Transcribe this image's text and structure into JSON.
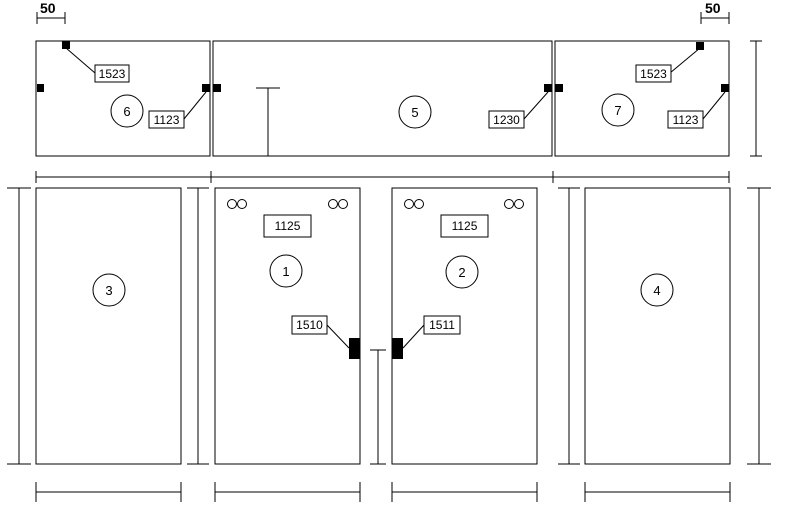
{
  "dimensions": {
    "left_offset": "50",
    "right_offset": "50"
  },
  "panels": {
    "p1": "1",
    "p2": "2",
    "p3": "3",
    "p4": "4",
    "p5": "5",
    "p6": "6",
    "p7": "7"
  },
  "codes": {
    "p6_top": "1523",
    "p6_right": "1123",
    "p5_right": "1230",
    "p7_top": "1523",
    "p7_right": "1123",
    "p1_top": "1125",
    "p2_top": "1125",
    "p1_side": "1510",
    "p2_side": "1511"
  }
}
